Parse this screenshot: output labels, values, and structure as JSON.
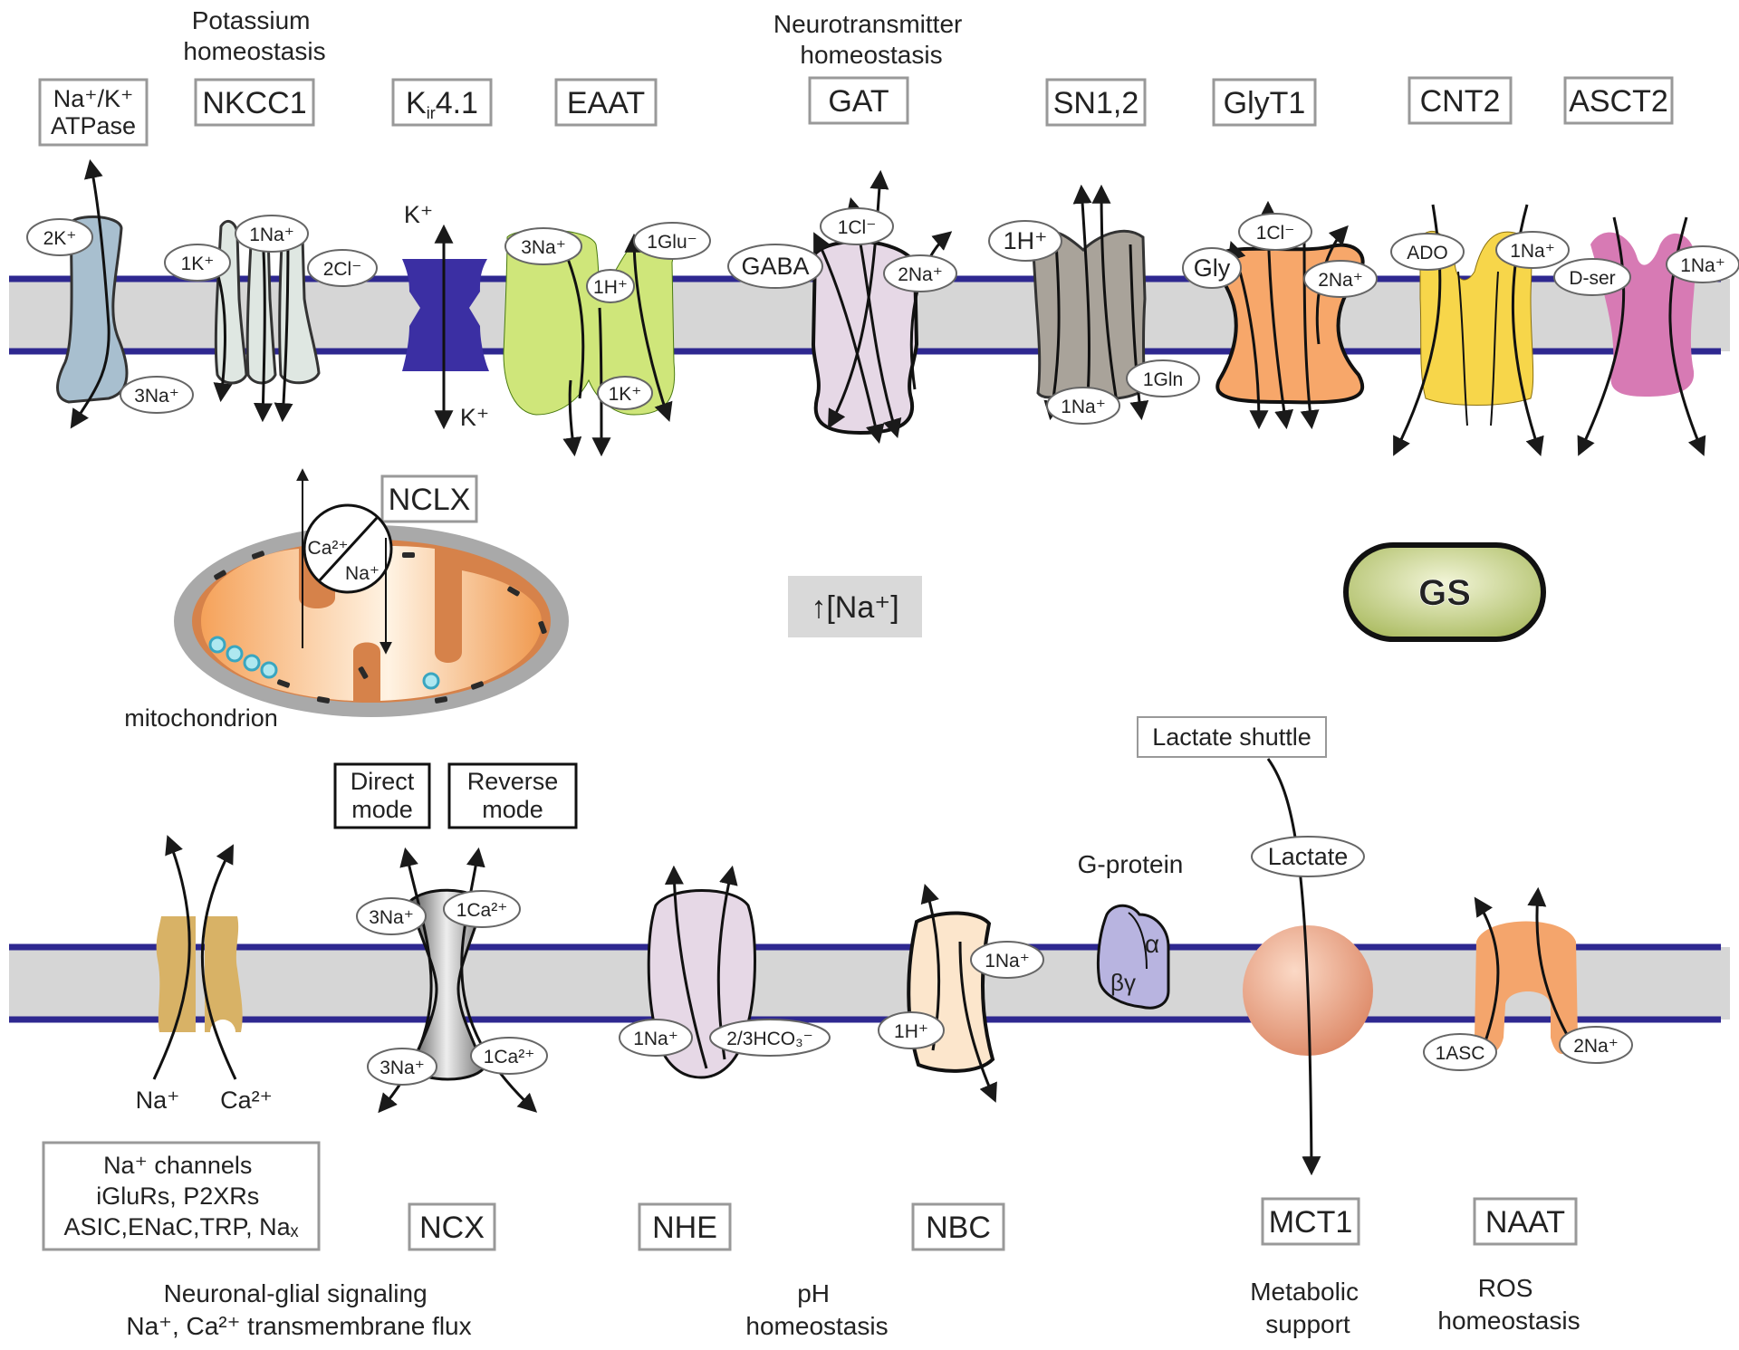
{
  "sections": {
    "potassium": [
      "Potassium",
      "homeostasis"
    ],
    "neurotransmitter": [
      "Neurotransmitter",
      "homeostasis"
    ],
    "signaling": [
      "Neuronal-glial signaling",
      "Na⁺, Ca²⁺ transmembrane flux"
    ],
    "ph": [
      "pH",
      "homeostasis"
    ],
    "metabolic": [
      "Metabolic",
      "support"
    ],
    "ros": [
      "ROS",
      "homeostasis"
    ]
  },
  "top_transporters": {
    "atpase": [
      "Na⁺/K⁺",
      "ATPase"
    ],
    "nkcc1": "NKCC1",
    "kir": "K",
    "kir_sub": "ir",
    "kir_suffix": "4.1",
    "eaat": "EAAT",
    "gat": "GAT",
    "sn": "SN1,2",
    "glyt1": "GlyT1",
    "cnt2": "CNT2",
    "asct2": "ASCT2"
  },
  "top_ions": {
    "atpase_k": "2K⁺",
    "atpase_na": "3Na⁺",
    "nkcc_k": "1K⁺",
    "nkcc_na": "1Na⁺",
    "nkcc_cl": "2Cl⁻",
    "kir_top": "K⁺",
    "kir_bottom": "K⁺",
    "eaat_na": "3Na⁺",
    "eaat_glu": "1Glu⁻",
    "eaat_h": "1H⁺",
    "eaat_k": "1K⁺",
    "gat_cl": "1Cl⁻",
    "gat_gaba": "GABA",
    "gat_na": "2Na⁺",
    "sn_h": "1H⁺",
    "sn_gln": "1Gln",
    "sn_na": "1Na⁺",
    "gly_cl": "1Cl⁻",
    "gly_gly": "Gly",
    "gly_na": "2Na⁺",
    "cnt_ado": "ADO",
    "cnt_na": "1Na⁺",
    "asc_dser": "D-ser",
    "asc_na": "1Na⁺"
  },
  "middle": {
    "nclx": "NCLX",
    "ca": "Ca²⁺",
    "na": "Na⁺",
    "mito": "mitochondrion",
    "na_level_arrow": "↑",
    "na_level": "[Na⁺]",
    "gs": "GS"
  },
  "bottom_transporters": {
    "channels": [
      "Na⁺ channels",
      "iGluRs, P2XRs",
      "ASIC,ENaC,TRP, Naₓ"
    ],
    "ncx": "NCX",
    "direct": [
      "Direct",
      "mode"
    ],
    "reverse": [
      "Reverse",
      "mode"
    ],
    "nhe": "NHE",
    "nbc": "NBC",
    "gprotein": "G-protein",
    "alpha": "α",
    "betagamma": "βγ",
    "lactate_shuttle": "Lactate shuttle",
    "mct1": "MCT1",
    "naat": "NAAT"
  },
  "bottom_ions": {
    "chan_na": "Na⁺",
    "chan_ca": "Ca²⁺",
    "ncx_na_top": "3Na⁺",
    "ncx_ca_top": "1Ca²⁺",
    "ncx_na_bot": "3Na⁺",
    "ncx_ca_bot": "1Ca²⁺",
    "nhe_na": "1Na⁺",
    "nhe_hco3": "2/3HCO₃⁻",
    "nbc_na": "1Na⁺",
    "nbc_h": "1H⁺",
    "lactate": "Lactate",
    "naat_asc": "1ASC",
    "naat_na": "2Na⁺"
  },
  "colors": {
    "membrane_line": "#2e2890",
    "membrane_fill": "#d6d6d6",
    "kir": "#3b2fa3",
    "atpase": "#a8bfcf",
    "nkcc1": "#dfe7e2",
    "eaat": "#cfe67a",
    "gat": "#e6d8e6",
    "sn": "#a9a39a",
    "glyt1": "#f7a76a",
    "cnt2": "#f7d64a",
    "asct2": "#d77ab4",
    "mito_outer": "#a9a9a9",
    "mito_inner": "#f5a25a",
    "gs": "#b9c96a",
    "channel": "#d8b266",
    "mct1": "#e79a7a",
    "naat": "#f4a56c",
    "gprot": "#b8b4e0"
  }
}
